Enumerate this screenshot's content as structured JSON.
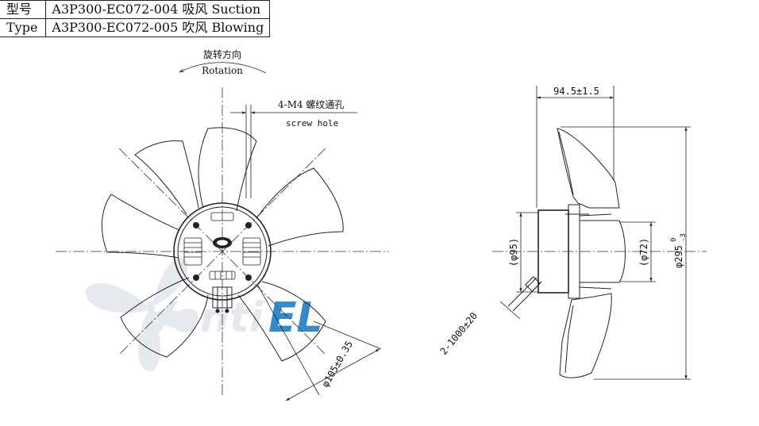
{
  "spec_table": {
    "header_cn": "型号",
    "header_en": "Type",
    "row1": "A3P300-EC072-004 吸风 Suction",
    "row2": "A3P300-EC072-005 吹风 Blowing"
  },
  "front_view": {
    "rotation_cn": "旋转方向",
    "rotation_en": "Rotation",
    "hole_cn": "4-M4 螺纹通孔",
    "hole_en": "screw hole",
    "diameter": "φ105±0.35"
  },
  "side_view": {
    "depth": "94.5±1.5",
    "dia_left": "(φ95)",
    "dia_mid": "(φ72)",
    "dia_outer": "φ295",
    "dia_outer_tol_upper": "0",
    "dia_outer_tol_lower": "-3",
    "cable": "2-1000±20"
  },
  "watermark": {
    "text1": "Venti",
    "text2": "EL",
    "color1": "#e3e7ec",
    "color2": "#1e7fc4"
  }
}
